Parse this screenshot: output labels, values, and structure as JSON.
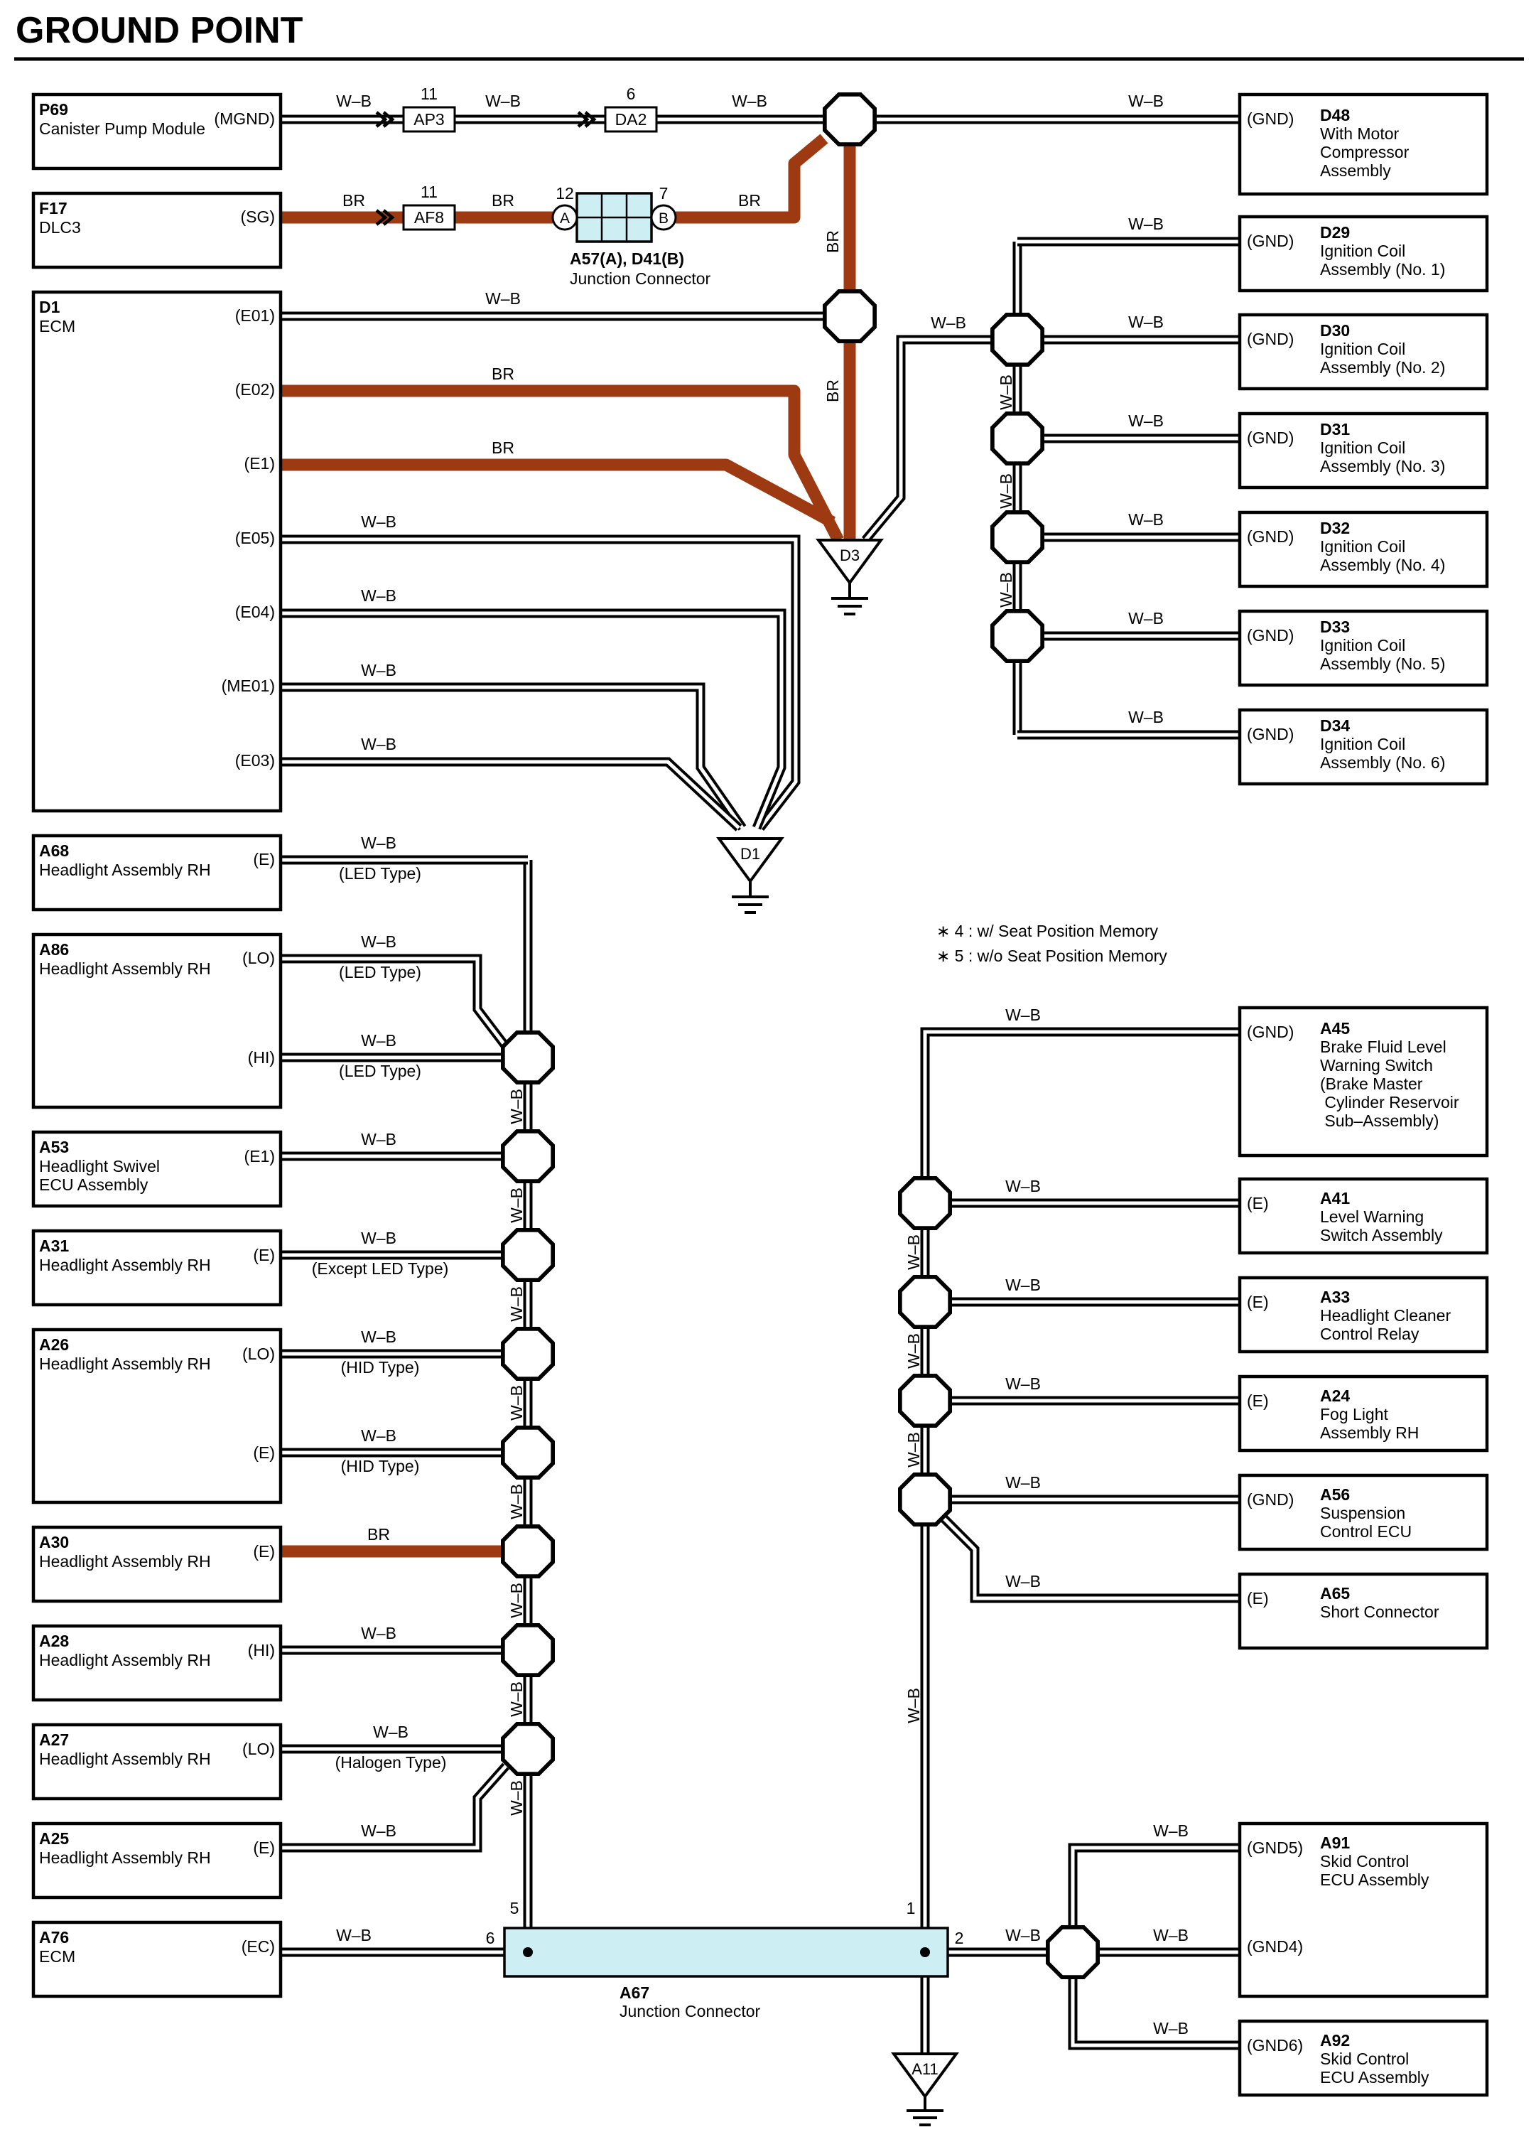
{
  "title": "GROUND POINT",
  "wire_colors": {
    "W-B": "#000000",
    "BR": "#9e3a12"
  },
  "highlight_color": "#cdeff3",
  "notes": [
    "∗ 4 : w/ Seat Position Memory",
    "∗ 5 : w/o Seat Position Memory"
  ],
  "components": {
    "P69": {
      "code": "P69",
      "name": [
        "Canister Pump Module"
      ],
      "pin": "(MGND)"
    },
    "F17": {
      "code": "F17",
      "name": [
        "DLC3"
      ],
      "pin": "(SG)"
    },
    "D1": {
      "code": "D1",
      "name": [
        "ECM"
      ],
      "pins": [
        "(E01)",
        "(E02)",
        "(E1)",
        "(E05)",
        "(E04)",
        "(ME01)",
        "(E03)"
      ]
    },
    "A68": {
      "code": "A68",
      "name": [
        "Headlight Assembly RH"
      ],
      "pin": "(E)"
    },
    "A86": {
      "code": "A86",
      "name": [
        "Headlight Assembly RH"
      ],
      "pins": [
        "(LO)",
        "(HI)"
      ]
    },
    "A53": {
      "code": "A53",
      "name": [
        "Headlight Swivel",
        "ECU Assembly"
      ],
      "pin": "(E1)"
    },
    "A31": {
      "code": "A31",
      "name": [
        "Headlight Assembly RH"
      ],
      "pin": "(E)"
    },
    "A26": {
      "code": "A26",
      "name": [
        "Headlight Assembly RH"
      ],
      "pins": [
        "(LO)",
        "(E)"
      ]
    },
    "A30": {
      "code": "A30",
      "name": [
        "Headlight Assembly RH"
      ],
      "pin": "(E)"
    },
    "A28": {
      "code": "A28",
      "name": [
        "Headlight Assembly RH"
      ],
      "pin": "(HI)"
    },
    "A27": {
      "code": "A27",
      "name": [
        "Headlight Assembly RH"
      ],
      "pin": "(LO)"
    },
    "A25": {
      "code": "A25",
      "name": [
        "Headlight Assembly RH"
      ],
      "pin": "(E)"
    },
    "A76": {
      "code": "A76",
      "name": [
        "ECM"
      ],
      "pin": "(EC)"
    },
    "D48": {
      "code": "D48",
      "name": [
        "With Motor",
        "Compressor",
        "Assembly"
      ],
      "pin": "(GND)"
    },
    "D29": {
      "code": "D29",
      "name": [
        "Ignition Coil",
        "Assembly (No.  1)"
      ],
      "pin": "(GND)"
    },
    "D30": {
      "code": "D30",
      "name": [
        "Ignition Coil",
        "Assembly (No.  2)"
      ],
      "pin": "(GND)"
    },
    "D31": {
      "code": "D31",
      "name": [
        "Ignition Coil",
        "Assembly (No.  3)"
      ],
      "pin": "(GND)"
    },
    "D32": {
      "code": "D32",
      "name": [
        "Ignition Coil",
        "Assembly (No.  4)"
      ],
      "pin": "(GND)"
    },
    "D33": {
      "code": "D33",
      "name": [
        "Ignition Coil",
        "Assembly (No.  5)"
      ],
      "pin": "(GND)"
    },
    "D34": {
      "code": "D34",
      "name": [
        "Ignition Coil",
        "Assembly (No.  6)"
      ],
      "pin": "(GND)"
    },
    "A45": {
      "code": "A45",
      "name": [
        "Brake Fluid Level",
        "Warning Switch",
        "(Brake Master",
        " Cylinder Reservoir",
        " Sub–Assembly)"
      ],
      "pin": "(GND)"
    },
    "A41": {
      "code": "A41",
      "name": [
        "Level Warning",
        "Switch Assembly"
      ],
      "pin": "(E)"
    },
    "A33": {
      "code": "A33",
      "name": [
        "Headlight Cleaner",
        "Control Relay"
      ],
      "pin": "(E)"
    },
    "A24": {
      "code": "A24",
      "name": [
        "Fog Light",
        "Assembly RH"
      ],
      "pin": "(E)"
    },
    "A56": {
      "code": "A56",
      "name": [
        "Suspension",
        "Control ECU"
      ],
      "pin": "(GND)"
    },
    "A65": {
      "code": "A65",
      "name": [
        "Short Connector"
      ],
      "pin": "(E)"
    },
    "A91": {
      "code": "A91",
      "name": [
        "Skid Control",
        "ECU Assembly"
      ],
      "pins": [
        "(GND5)",
        "(GND4)"
      ]
    },
    "A92": {
      "code": "A92",
      "name": [
        "Skid Control",
        "ECU Assembly"
      ],
      "pin": "(GND6)"
    }
  },
  "connectors": {
    "AP3": {
      "label": "AP3",
      "pin": "11"
    },
    "DA2": {
      "label": "DA2",
      "pin": "6"
    },
    "AF8": {
      "label": "AF8",
      "pin": "11"
    },
    "A57_D41": {
      "label": "A57(A), D41(B)",
      "sublabel": "Junction Connector",
      "pin_a": "12",
      "pin_b": "7",
      "side_a": "A",
      "side_b": "B"
    },
    "A67": {
      "label": "A67",
      "sublabel": "Junction Connector",
      "pins": [
        "5",
        "6",
        "1",
        "2"
      ]
    }
  },
  "grounds": [
    "D3",
    "D1",
    "A11"
  ],
  "qualifiers": {
    "led": "(LED Type)",
    "except_led": "(Except LED Type)",
    "hid": "(HID Type)",
    "halogen": "(Halogen Type)"
  },
  "wire_labels": {
    "wb": "W–B",
    "br": "BR"
  }
}
